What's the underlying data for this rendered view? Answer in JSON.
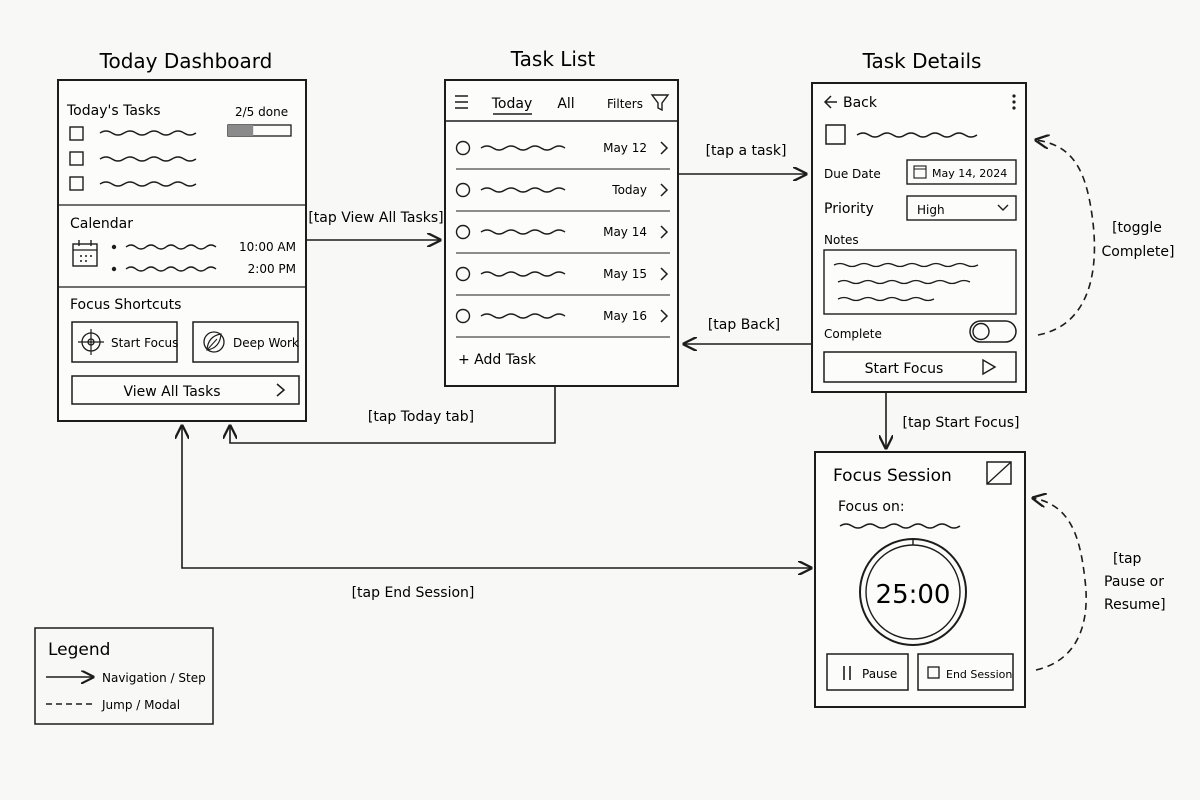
{
  "screens": {
    "dashboard": {
      "title": "Today Dashboard",
      "tasks_heading": "Today's Tasks",
      "progress_text": "2/5 done",
      "progress_fraction": 0.4,
      "calendar_heading": "Calendar",
      "events": [
        {
          "time": "10:00 AM"
        },
        {
          "time": "2:00 PM"
        }
      ],
      "focus_heading": "Focus Shortcuts",
      "start_focus_label": "Start Focus",
      "deep_work_label": "Deep Work",
      "view_all_label": "View All Tasks"
    },
    "task_list": {
      "title": "Task List",
      "tab_today": "Today",
      "tab_all": "All",
      "filters_label": "Filters",
      "rows": [
        {
          "date": "May 12"
        },
        {
          "date": "Today"
        },
        {
          "date": "May 14"
        },
        {
          "date": "May 15"
        },
        {
          "date": "May 16"
        }
      ],
      "add_task_label": "+ Add Task"
    },
    "task_details": {
      "title": "Task Details",
      "back_label": "Back",
      "due_date_label": "Due Date",
      "due_date_value": "May 14, 2024",
      "priority_label": "Priority",
      "priority_value": "High",
      "notes_label": "Notes",
      "complete_label": "Complete",
      "start_focus_label": "Start Focus"
    },
    "focus_session": {
      "title": "Focus Session",
      "focus_on_label": "Focus on:",
      "timer_value": "25:00",
      "pause_label": "Pause",
      "end_session_label": "End Session"
    }
  },
  "edges": {
    "view_all": "[tap View All Tasks]",
    "tap_task": "[tap a task]",
    "tap_back": "[tap Back]",
    "tap_today_tab": "[tap Today tab]",
    "start_focus": "[tap Start Focus]",
    "end_session": "[tap End Session]",
    "toggle_complete_1": "[toggle",
    "toggle_complete_2": "Complete]",
    "pause_1": "[tap",
    "pause_2": "Pause or",
    "pause_3": "Resume]"
  },
  "legend": {
    "title": "Legend",
    "solid_label": "Navigation / Step",
    "dashed_label": "Jump / Modal"
  }
}
